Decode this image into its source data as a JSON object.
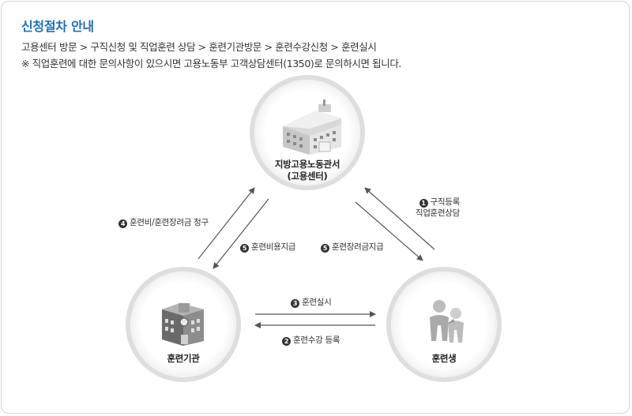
{
  "header": {
    "title": "신청절차 안내",
    "steps_line": "고용센터 방문 > 구직신청 및 직업훈련 상담 > 훈련기관방문 > 훈련수강신청 > 훈련실시",
    "note_line": "※ 직업훈련에 대한 문의사항이 있으시면 고용노동부 고객상담센터(1350)로 문의하시면 됩니다."
  },
  "nodes": {
    "center": {
      "line1": "지방고용노동관서",
      "line2": "(고용센터)",
      "icon": "government-building-icon"
    },
    "institution": {
      "label": "훈련기관",
      "icon": "school-building-icon"
    },
    "trainee": {
      "label": "훈련생",
      "icon": "people-icon"
    }
  },
  "edges": {
    "e1": {
      "num": "1",
      "line1": "구직등록",
      "line2": "직업훈련상담"
    },
    "e2": {
      "num": "2",
      "label": "훈련수강 등록"
    },
    "e3": {
      "num": "3",
      "label": "훈련실시"
    },
    "e4": {
      "num": "4",
      "label": "훈련비/훈련장려금 청구"
    },
    "e5a": {
      "num": "5",
      "label": "훈련비용지급"
    },
    "e5b": {
      "num": "5",
      "label": "훈련장려금지급"
    }
  },
  "colors": {
    "title": "#1f6fb4",
    "arrow": "#555555",
    "circle_ring": "#e2e2e2"
  }
}
